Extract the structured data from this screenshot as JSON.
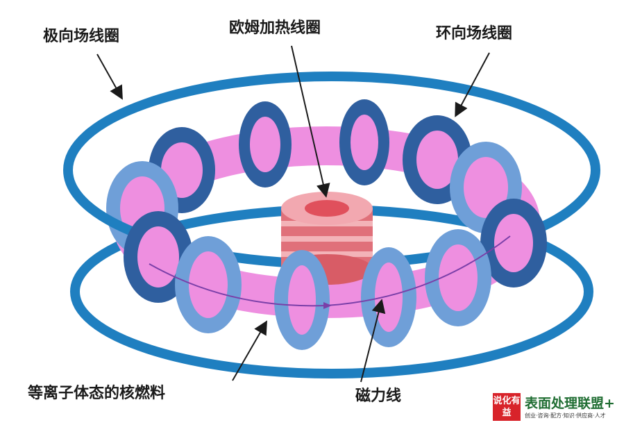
{
  "labels": {
    "poloidal_coil": "极向场线圈",
    "ohmic_coil": "欧姆加热线圈",
    "toroidal_coil": "环向场线圈",
    "plasma_fuel": "等离子体态的核燃料",
    "magnetic_field_line": "磁力线"
  },
  "watermark": {
    "logo_text": "说化有益",
    "title": "表面处理联盟+",
    "subtitle": "创业·咨询·配方·知识·供应商·人才"
  },
  "colors": {
    "poloidal_ring": "#1f7fc0",
    "toroidal_coil_face": "#6f9fd8",
    "toroidal_coil_dark": "#2f5f9f",
    "plasma": "#ee8fe0",
    "ohmic_coil": "#ea8a92",
    "ohmic_inner": "#e0505c",
    "field_line": "#7a3fa8",
    "brand_red": "#d8232a",
    "brand_green": "#1f6d32"
  }
}
